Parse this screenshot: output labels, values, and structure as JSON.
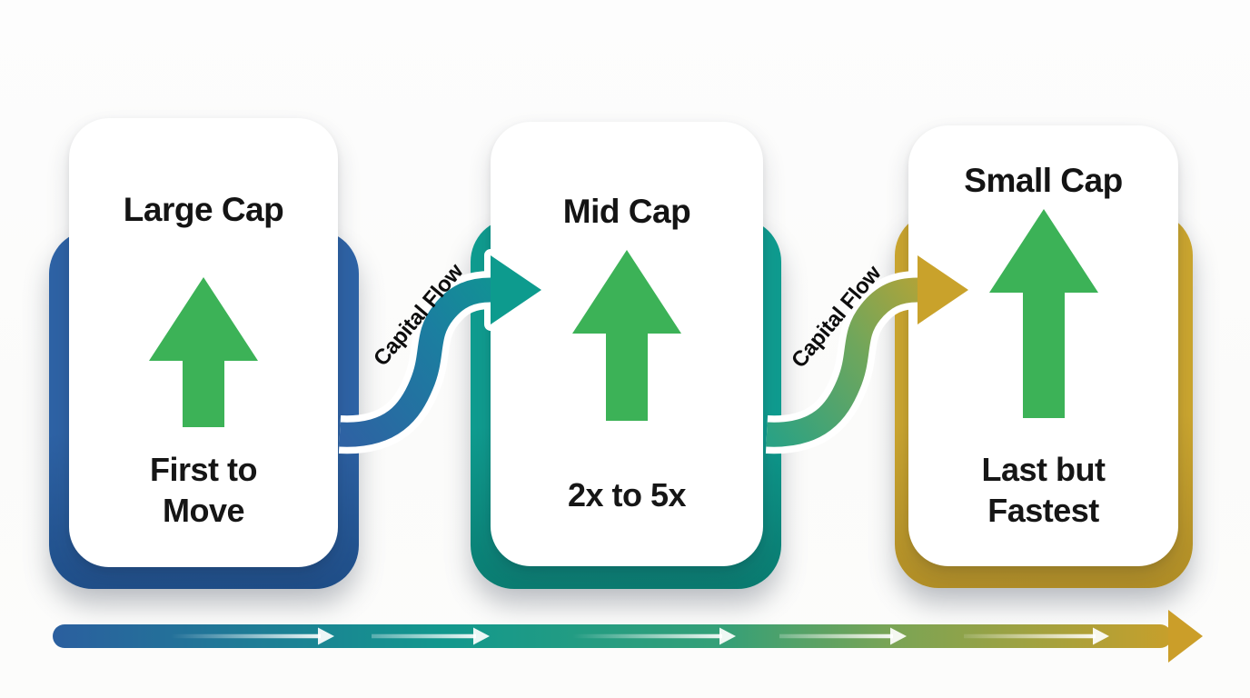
{
  "diagram": {
    "type": "process-flow-infographic",
    "cards": [
      {
        "title": "Large Cap",
        "subtitle": "First to Move",
        "accent_color": "#2e63a6",
        "icon": "uptrend-arrow",
        "icon_color": "#3cb257"
      },
      {
        "title": "Mid Cap",
        "subtitle": "2x to 5x",
        "accent_color": "#0f9d90",
        "icon": "uptrend-arrow",
        "icon_color": "#3cb257"
      },
      {
        "title": "Small Cap",
        "subtitle": "Last but Fastest",
        "accent_color": "#cda72f",
        "icon": "uptrend-arrow",
        "icon_color": "#3cb257"
      }
    ],
    "connectors": [
      {
        "label": "Capital Flow",
        "gradient": [
          "#2e62a3",
          "#0d9b8e"
        ]
      },
      {
        "label": "Capital Flow",
        "gradient": [
          "#2aa284",
          "#c9a22b"
        ]
      }
    ],
    "timeline_bar": {
      "direction": "left-to-right",
      "gradient": [
        "#2b5f9f",
        "#12988d",
        "#35a077",
        "#7aa455",
        "#c79f2b"
      ],
      "inner_arrow_count": 5,
      "end_arrow_color": "#cb9e29"
    }
  }
}
